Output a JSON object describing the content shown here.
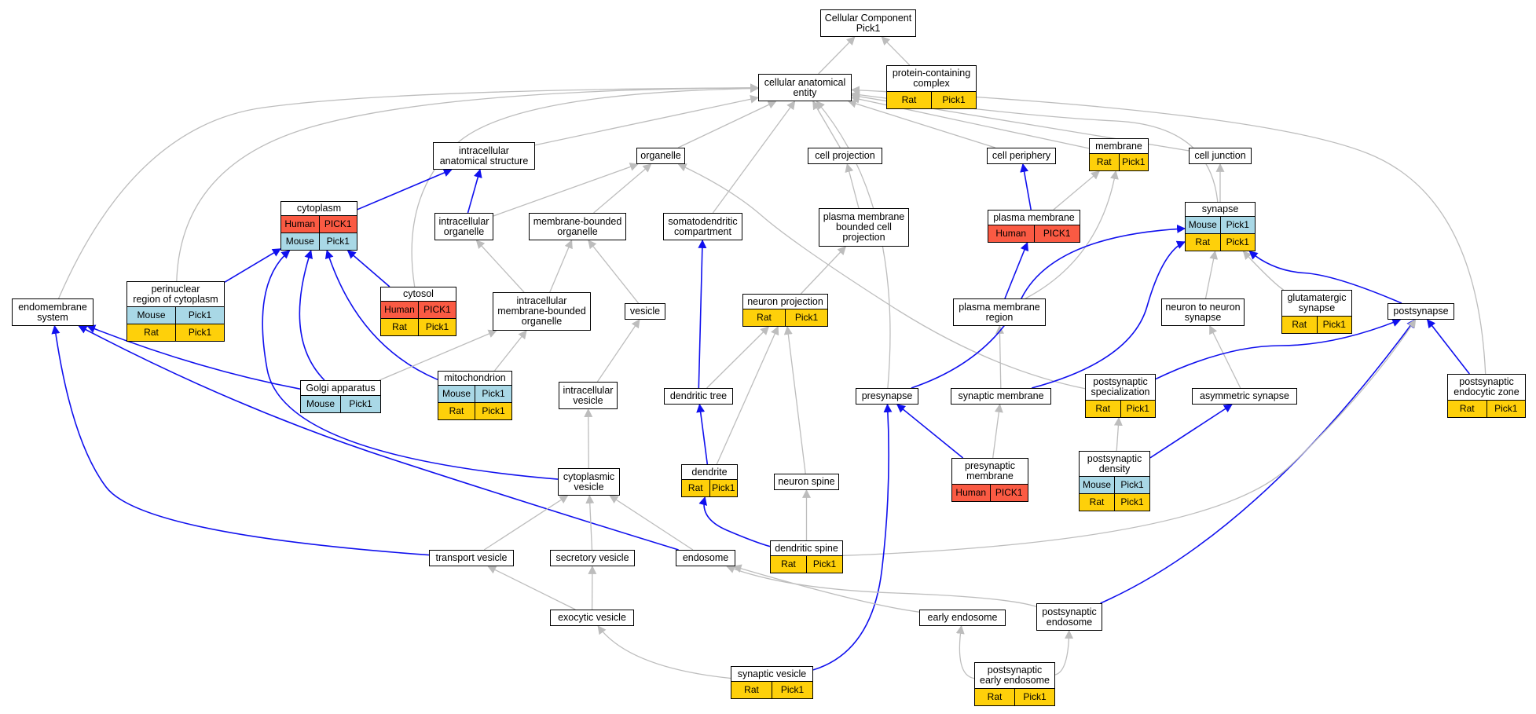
{
  "colors": {
    "human": "#fa5a43",
    "mouse": "#a9d8e6",
    "rat": "#fed00a",
    "edge_is_a": "#bdbdbd",
    "edge_part_of": "#1010ee"
  },
  "nodes": [
    {
      "id": "cellular_component",
      "label": "Cellular Component\nPick1",
      "ann": []
    },
    {
      "id": "cellular_anatomical_entity",
      "label": "cellular anatomical\nentity",
      "ann": []
    },
    {
      "id": "protein_containing_complex",
      "label": "protein-containing\ncomplex",
      "ann": [
        {
          "species": "Rat",
          "gene": "Pick1"
        }
      ]
    },
    {
      "id": "intracellular_anatomical_structure",
      "label": "intracellular\nanatomical structure",
      "ann": []
    },
    {
      "id": "organelle",
      "label": "organelle",
      "ann": []
    },
    {
      "id": "cell_projection",
      "label": "cell projection",
      "ann": []
    },
    {
      "id": "cell_periphery",
      "label": "cell periphery",
      "ann": []
    },
    {
      "id": "membrane",
      "label": "membrane",
      "ann": [
        {
          "species": "Rat",
          "gene": "Pick1"
        }
      ]
    },
    {
      "id": "cell_junction",
      "label": "cell junction",
      "ann": []
    },
    {
      "id": "cytoplasm",
      "label": "cytoplasm",
      "ann": [
        {
          "species": "Human",
          "gene": "PICK1"
        },
        {
          "species": "Mouse",
          "gene": "Pick1"
        }
      ]
    },
    {
      "id": "intracellular_organelle",
      "label": "intracellular\norganelle",
      "ann": []
    },
    {
      "id": "membrane_bounded_organelle",
      "label": "membrane-bounded\norganelle",
      "ann": []
    },
    {
      "id": "somatodendritic_compartment",
      "label": "somatodendritic\ncompartment",
      "ann": []
    },
    {
      "id": "plasma_membrane_bounded_cell_projection",
      "label": "plasma membrane\nbounded cell\nprojection",
      "ann": []
    },
    {
      "id": "plasma_membrane",
      "label": "plasma membrane",
      "ann": [
        {
          "species": "Human",
          "gene": "PICK1"
        }
      ]
    },
    {
      "id": "synapse",
      "label": "synapse",
      "ann": [
        {
          "species": "Mouse",
          "gene": "Pick1"
        },
        {
          "species": "Rat",
          "gene": "Pick1"
        }
      ]
    },
    {
      "id": "endomembrane_system",
      "label": "endomembrane\nsystem",
      "ann": []
    },
    {
      "id": "perinuclear_region_of_cytoplasm",
      "label": "perinuclear\nregion of cytoplasm",
      "ann": [
        {
          "species": "Mouse",
          "gene": "Pick1"
        },
        {
          "species": "Rat",
          "gene": "Pick1"
        }
      ]
    },
    {
      "id": "cytosol",
      "label": "cytosol",
      "ann": [
        {
          "species": "Human",
          "gene": "PICK1"
        },
        {
          "species": "Rat",
          "gene": "Pick1"
        }
      ]
    },
    {
      "id": "intracellular_membrane_bounded_organelle",
      "label": "intracellular\nmembrane-bounded\norganelle",
      "ann": []
    },
    {
      "id": "vesicle",
      "label": "vesicle",
      "ann": []
    },
    {
      "id": "neuron_projection",
      "label": "neuron projection",
      "ann": [
        {
          "species": "Rat",
          "gene": "Pick1"
        }
      ]
    },
    {
      "id": "plasma_membrane_region",
      "label": "plasma membrane\nregion",
      "ann": []
    },
    {
      "id": "neuron_to_neuron_synapse",
      "label": "neuron to neuron\nsynapse",
      "ann": []
    },
    {
      "id": "glutamatergic_synapse",
      "label": "glutamatergic\nsynapse",
      "ann": [
        {
          "species": "Rat",
          "gene": "Pick1"
        }
      ]
    },
    {
      "id": "postsynapse",
      "label": "postsynapse",
      "ann": []
    },
    {
      "id": "golgi_apparatus",
      "label": "Golgi apparatus",
      "ann": [
        {
          "species": "Mouse",
          "gene": "Pick1"
        }
      ]
    },
    {
      "id": "mitochondrion",
      "label": "mitochondrion",
      "ann": [
        {
          "species": "Mouse",
          "gene": "Pick1"
        },
        {
          "species": "Rat",
          "gene": "Pick1"
        }
      ]
    },
    {
      "id": "intracellular_vesicle",
      "label": "intracellular\nvesicle",
      "ann": []
    },
    {
      "id": "dendritic_tree",
      "label": "dendritic tree",
      "ann": []
    },
    {
      "id": "presynapse",
      "label": "presynapse",
      "ann": []
    },
    {
      "id": "synaptic_membrane",
      "label": "synaptic membrane",
      "ann": []
    },
    {
      "id": "postsynaptic_specialization",
      "label": "postsynaptic\nspecialization",
      "ann": [
        {
          "species": "Rat",
          "gene": "Pick1"
        }
      ]
    },
    {
      "id": "asymmetric_synapse",
      "label": "asymmetric synapse",
      "ann": []
    },
    {
      "id": "postsynaptic_endocytic_zone",
      "label": "postsynaptic\nendocytic zone",
      "ann": [
        {
          "species": "Rat",
          "gene": "Pick1"
        }
      ]
    },
    {
      "id": "cytoplasmic_vesicle",
      "label": "cytoplasmic\nvesicle",
      "ann": []
    },
    {
      "id": "dendrite",
      "label": "dendrite",
      "ann": [
        {
          "species": "Rat",
          "gene": "Pick1"
        }
      ]
    },
    {
      "id": "neuron_spine",
      "label": "neuron spine",
      "ann": []
    },
    {
      "id": "presynaptic_membrane",
      "label": "presynaptic\nmembrane",
      "ann": [
        {
          "species": "Human",
          "gene": "PICK1"
        }
      ]
    },
    {
      "id": "postsynaptic_density",
      "label": "postsynaptic\ndensity",
      "ann": [
        {
          "species": "Mouse",
          "gene": "Pick1"
        },
        {
          "species": "Rat",
          "gene": "Pick1"
        }
      ]
    },
    {
      "id": "dendritic_spine",
      "label": "dendritic spine",
      "ann": [
        {
          "species": "Rat",
          "gene": "Pick1"
        }
      ]
    },
    {
      "id": "transport_vesicle",
      "label": "transport vesicle",
      "ann": []
    },
    {
      "id": "secretory_vesicle",
      "label": "secretory vesicle",
      "ann": []
    },
    {
      "id": "endosome",
      "label": "endosome",
      "ann": []
    },
    {
      "id": "exocytic_vesicle",
      "label": "exocytic vesicle",
      "ann": []
    },
    {
      "id": "early_endosome",
      "label": "early endosome",
      "ann": []
    },
    {
      "id": "postsynaptic_endosome",
      "label": "postsynaptic\nendosome",
      "ann": []
    },
    {
      "id": "synaptic_vesicle",
      "label": "synaptic vesicle",
      "ann": [
        {
          "species": "Rat",
          "gene": "Pick1"
        }
      ]
    },
    {
      "id": "postsynaptic_early_endosome",
      "label": "postsynaptic\nearly endosome",
      "ann": [
        {
          "species": "Rat",
          "gene": "Pick1"
        }
      ]
    }
  ],
  "edges": [
    {
      "from": "cellular_anatomical_entity",
      "to": "cellular_component",
      "type": "is_a"
    },
    {
      "from": "protein_containing_complex",
      "to": "cellular_component",
      "type": "is_a"
    },
    {
      "from": "intracellular_anatomical_structure",
      "to": "cellular_anatomical_entity",
      "type": "is_a"
    },
    {
      "from": "organelle",
      "to": "cellular_anatomical_entity",
      "type": "is_a"
    },
    {
      "from": "cell_projection",
      "to": "cellular_anatomical_entity",
      "type": "is_a"
    },
    {
      "from": "cell_periphery",
      "to": "cellular_anatomical_entity",
      "type": "is_a"
    },
    {
      "from": "membrane",
      "to": "cellular_anatomical_entity",
      "type": "is_a"
    },
    {
      "from": "cell_junction",
      "to": "cellular_anatomical_entity",
      "type": "is_a"
    },
    {
      "from": "endomembrane_system",
      "to": "cellular_anatomical_entity",
      "type": "is_a"
    },
    {
      "from": "perinuclear_region_of_cytoplasm",
      "to": "cellular_anatomical_entity",
      "type": "is_a"
    },
    {
      "from": "cytosol",
      "to": "cellular_anatomical_entity",
      "type": "is_a"
    },
    {
      "from": "somatodendritic_compartment",
      "to": "cellular_anatomical_entity",
      "type": "is_a"
    },
    {
      "from": "presynapse",
      "to": "cellular_anatomical_entity",
      "type": "is_a"
    },
    {
      "from": "synapse",
      "to": "cellular_anatomical_entity",
      "type": "is_a"
    },
    {
      "from": "postsynaptic_endocytic_zone",
      "to": "cellular_anatomical_entity",
      "type": "is_a"
    },
    {
      "from": "cytoplasm",
      "to": "intracellular_anatomical_structure",
      "type": "part_of"
    },
    {
      "from": "intracellular_organelle",
      "to": "intracellular_anatomical_structure",
      "type": "part_of"
    },
    {
      "from": "intracellular_organelle",
      "to": "organelle",
      "type": "is_a"
    },
    {
      "from": "membrane_bounded_organelle",
      "to": "organelle",
      "type": "is_a"
    },
    {
      "from": "postsynaptic_specialization",
      "to": "organelle",
      "type": "is_a"
    },
    {
      "from": "plasma_membrane_bounded_cell_projection",
      "to": "cell_projection",
      "type": "is_a"
    },
    {
      "from": "plasma_membrane",
      "to": "cell_periphery",
      "type": "part_of"
    },
    {
      "from": "plasma_membrane",
      "to": "membrane",
      "type": "is_a"
    },
    {
      "from": "plasma_membrane_region",
      "to": "plasma_membrane",
      "type": "part_of"
    },
    {
      "from": "synaptic_membrane",
      "to": "plasma_membrane_region",
      "type": "is_a"
    },
    {
      "from": "plasma_membrane_region",
      "to": "membrane",
      "type": "is_a"
    },
    {
      "from": "synapse",
      "to": "cell_junction",
      "type": "is_a"
    },
    {
      "from": "perinuclear_region_of_cytoplasm",
      "to": "cytoplasm",
      "type": "part_of"
    },
    {
      "from": "cytosol",
      "to": "cytoplasm",
      "type": "part_of"
    },
    {
      "from": "golgi_apparatus",
      "to": "cytoplasm",
      "type": "part_of"
    },
    {
      "from": "mitochondrion",
      "to": "cytoplasm",
      "type": "part_of"
    },
    {
      "from": "cytoplasmic_vesicle",
      "to": "cytoplasm",
      "type": "part_of"
    },
    {
      "from": "golgi_apparatus",
      "to": "endomembrane_system",
      "type": "part_of"
    },
    {
      "from": "endosome",
      "to": "endomembrane_system",
      "type": "part_of"
    },
    {
      "from": "transport_vesicle",
      "to": "endomembrane_system",
      "type": "part_of"
    },
    {
      "from": "intracellular_membrane_bounded_organelle",
      "to": "intracellular_organelle",
      "type": "is_a"
    },
    {
      "from": "intracellular_membrane_bounded_organelle",
      "to": "membrane_bounded_organelle",
      "type": "is_a"
    },
    {
      "from": "vesicle",
      "to": "membrane_bounded_organelle",
      "type": "is_a"
    },
    {
      "from": "golgi_apparatus",
      "to": "intracellular_membrane_bounded_organelle",
      "type": "is_a"
    },
    {
      "from": "mitochondrion",
      "to": "intracellular_membrane_bounded_organelle",
      "type": "is_a"
    },
    {
      "from": "intracellular_vesicle",
      "to": "vesicle",
      "type": "is_a"
    },
    {
      "from": "cytoplasmic_vesicle",
      "to": "intracellular_vesicle",
      "type": "is_a"
    },
    {
      "from": "dendritic_tree",
      "to": "somatodendritic_compartment",
      "type": "part_of"
    },
    {
      "from": "neuron_projection",
      "to": "plasma_membrane_bounded_cell_projection",
      "type": "is_a"
    },
    {
      "from": "dendritic_tree",
      "to": "neuron_projection",
      "type": "is_a"
    },
    {
      "from": "dendrite",
      "to": "neuron_projection",
      "type": "is_a"
    },
    {
      "from": "neuron_spine",
      "to": "neuron_projection",
      "type": "is_a"
    },
    {
      "from": "dendrite",
      "to": "dendritic_tree",
      "type": "part_of"
    },
    {
      "from": "dendritic_spine",
      "to": "dendrite",
      "type": "part_of"
    },
    {
      "from": "dendritic_spine",
      "to": "neuron_spine",
      "type": "is_a"
    },
    {
      "from": "neuron_to_neuron_synapse",
      "to": "synapse",
      "type": "is_a"
    },
    {
      "from": "glutamatergic_synapse",
      "to": "synapse",
      "type": "is_a"
    },
    {
      "from": "postsynapse",
      "to": "synapse",
      "type": "part_of"
    },
    {
      "from": "presynapse",
      "to": "synapse",
      "type": "part_of"
    },
    {
      "from": "synaptic_membrane",
      "to": "synapse",
      "type": "part_of"
    },
    {
      "from": "asymmetric_synapse",
      "to": "neuron_to_neuron_synapse",
      "type": "is_a"
    },
    {
      "from": "postsynaptic_density",
      "to": "asymmetric_synapse",
      "type": "part_of"
    },
    {
      "from": "postsynaptic_density",
      "to": "postsynaptic_specialization",
      "type": "is_a"
    },
    {
      "from": "postsynaptic_specialization",
      "to": "postsynapse",
      "type": "part_of"
    },
    {
      "from": "postsynaptic_endocytic_zone",
      "to": "postsynapse",
      "type": "part_of"
    },
    {
      "from": "postsynaptic_endosome",
      "to": "postsynapse",
      "type": "part_of"
    },
    {
      "from": "dendritic_spine",
      "to": "postsynapse",
      "type": "is_a"
    },
    {
      "from": "presynaptic_membrane",
      "to": "presynapse",
      "type": "part_of"
    },
    {
      "from": "presynaptic_membrane",
      "to": "synaptic_membrane",
      "type": "is_a"
    },
    {
      "from": "synaptic_vesicle",
      "to": "presynapse",
      "type": "part_of"
    },
    {
      "from": "transport_vesicle",
      "to": "cytoplasmic_vesicle",
      "type": "is_a"
    },
    {
      "from": "secretory_vesicle",
      "to": "cytoplasmic_vesicle",
      "type": "is_a"
    },
    {
      "from": "endosome",
      "to": "cytoplasmic_vesicle",
      "type": "is_a"
    },
    {
      "from": "exocytic_vesicle",
      "to": "transport_vesicle",
      "type": "is_a"
    },
    {
      "from": "exocytic_vesicle",
      "to": "secretory_vesicle",
      "type": "is_a"
    },
    {
      "from": "synaptic_vesicle",
      "to": "exocytic_vesicle",
      "type": "is_a"
    },
    {
      "from": "early_endosome",
      "to": "endosome",
      "type": "is_a"
    },
    {
      "from": "postsynaptic_endosome",
      "to": "endosome",
      "type": "is_a"
    },
    {
      "from": "postsynaptic_early_endosome",
      "to": "early_endosome",
      "type": "is_a"
    },
    {
      "from": "postsynaptic_early_endosome",
      "to": "postsynaptic_endosome",
      "type": "is_a"
    }
  ]
}
